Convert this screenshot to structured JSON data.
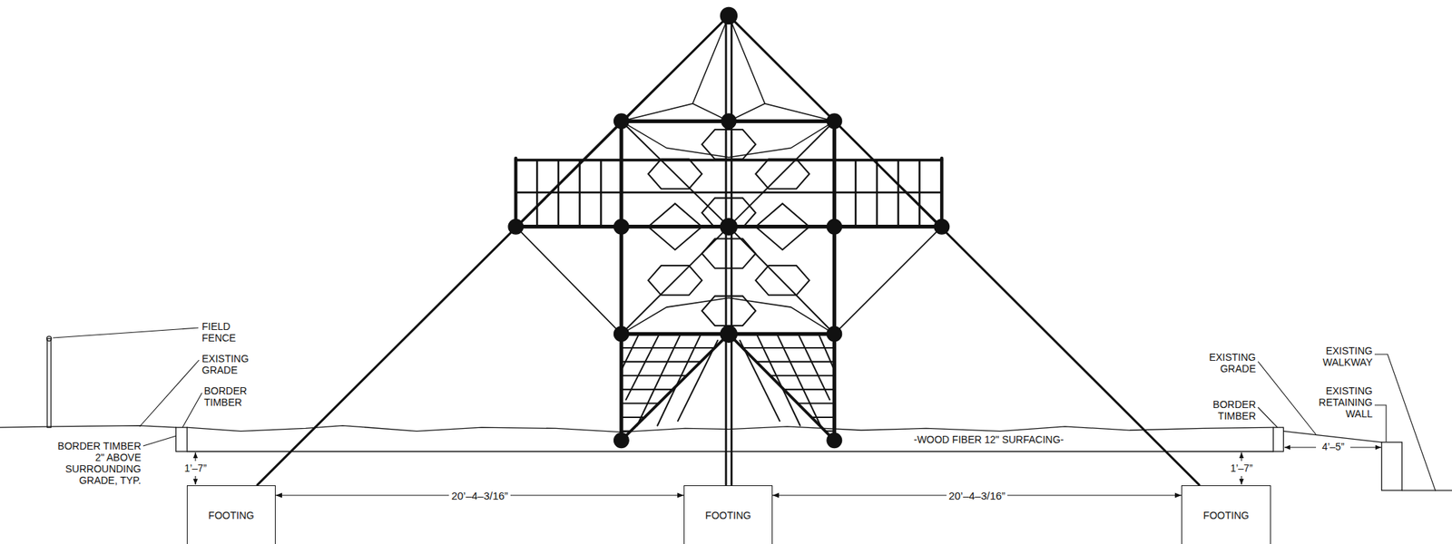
{
  "diagram": {
    "nodes": [
      {
        "text": [
          "FOOTING"
        ]
      },
      {
        "text": [
          "FOOTING"
        ]
      },
      {
        "text": [
          "FOOTING"
        ]
      }
    ],
    "edges": [
      {
        "from": 0,
        "to": 1,
        "arrow": "both",
        "label": "20’–4–3/16”"
      },
      {
        "from": 1,
        "to": 2,
        "arrow": "both",
        "label": "20’–4–3/16”"
      }
    ],
    "labels": [
      "FIELD FENCE",
      "EXISTING GRADE",
      "BORDER TIMBER",
      "BORDER TIMBER 2\" ABOVE SURROUNDING GRADE, TYP.",
      "1’–7”",
      "-WOOD FIBER 12\" SURFACING-",
      "EXISTING GRADE",
      "BORDER TIMBER",
      "1’–7”",
      "4’–5”",
      "EXISTING WALKWAY",
      "EXISTING RETAINING WALL"
    ]
  }
}
